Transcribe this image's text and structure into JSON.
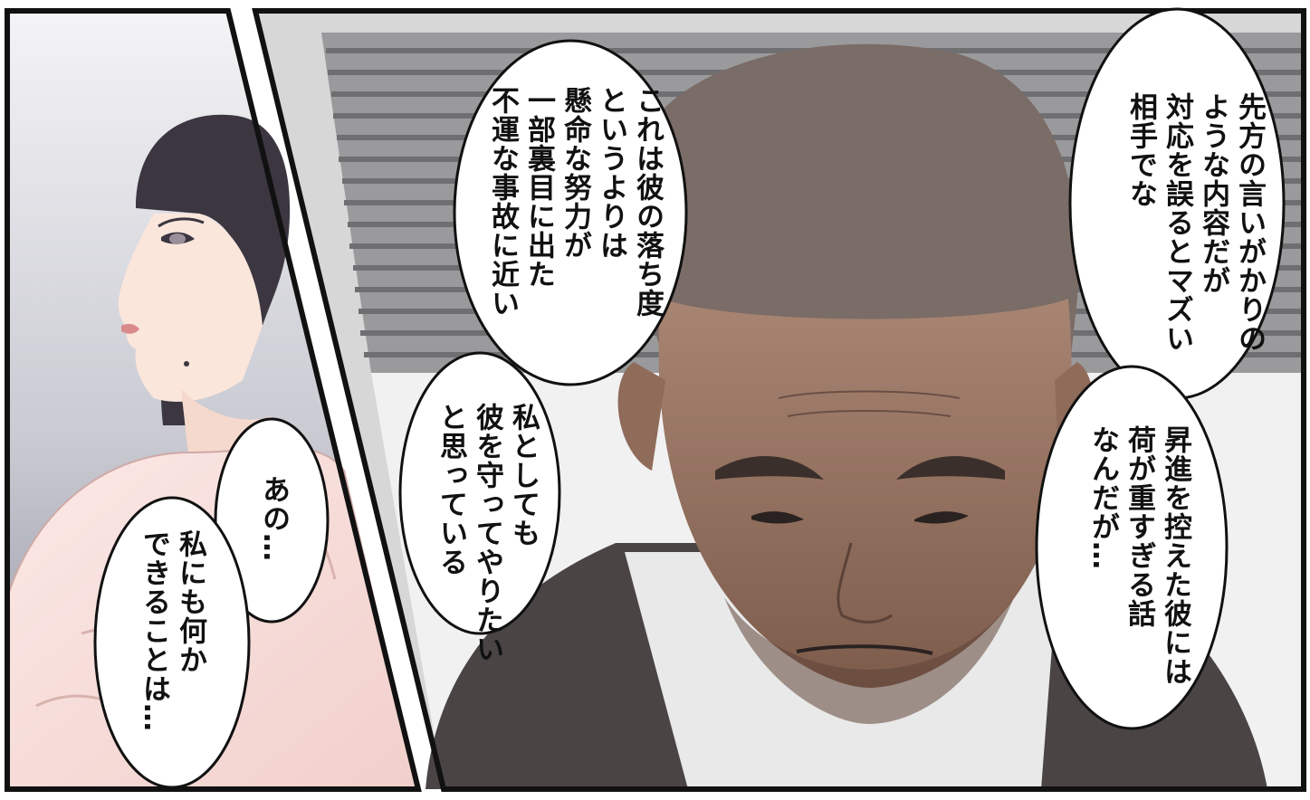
{
  "bubbles": [
    {
      "id": "boss-1",
      "lines": [
        "先方の言いがかりの",
        "ような内容だが",
        "対応を誤るとマズい",
        "相手でな"
      ]
    },
    {
      "id": "boss-2",
      "lines": [
        "これは彼の落ち度",
        "というよりは",
        "懸命な努力が",
        "一部裏目に出た",
        "不運な事故に近い"
      ]
    },
    {
      "id": "boss-3",
      "lines": [
        "昇進を控えた彼には",
        "荷が重すぎる話",
        "なんだが…"
      ]
    },
    {
      "id": "boss-4",
      "lines": [
        "私としても",
        "彼を守ってやりたい",
        "と思っている"
      ]
    },
    {
      "id": "woman-1",
      "lines": [
        "あの…"
      ]
    },
    {
      "id": "woman-2",
      "lines": [
        "私にも何か",
        "できることは…"
      ]
    }
  ]
}
